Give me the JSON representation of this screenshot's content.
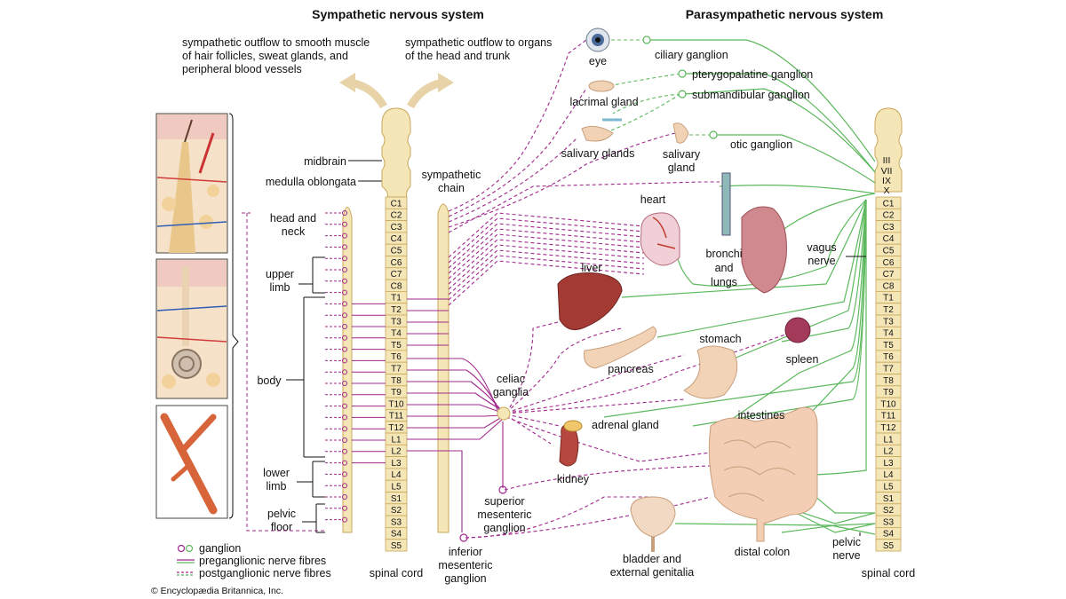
{
  "titles": {
    "sympathetic": "Sympathetic nervous system",
    "parasympathetic": "Parasympathetic nervous system"
  },
  "notes": {
    "outflow_smooth": [
      "sympathetic outflow to smooth muscle",
      "of hair follicles, sweat glands, and",
      "peripheral blood vessels"
    ],
    "outflow_organs": [
      "sympathetic outflow to organs",
      "of the head and trunk"
    ]
  },
  "labels": {
    "midbrain": "midbrain",
    "medulla": "medulla oblongata",
    "sympathetic_chain": [
      "sympathetic",
      "chain"
    ],
    "head_neck": [
      "head and",
      "neck"
    ],
    "upper_limb": [
      "upper",
      "limb"
    ],
    "body": "body",
    "lower_limb": [
      "lower",
      "limb"
    ],
    "pelvic_floor": [
      "pelvic",
      "floor"
    ],
    "spinal_cord_left": "spinal cord",
    "spinal_cord_right": "spinal cord",
    "celiac": [
      "celiac",
      "ganglia"
    ],
    "superior_mesenteric": [
      "superior",
      "mesenteric",
      "ganglion"
    ],
    "inferior_mesenteric": [
      "inferior",
      "mesenteric",
      "ganglion"
    ],
    "vagus": [
      "vagus",
      "nerve"
    ],
    "pelvic_nerve": [
      "pelvic",
      "nerve"
    ]
  },
  "organs": {
    "eye": "eye",
    "ciliary_ganglion": "ciliary ganglion",
    "pterygopalatine_ganglion": "pterygopalatine ganglion",
    "submandibular_ganglion": "submandibular ganglion",
    "lacrimal_gland": "lacrimal gland",
    "salivary_glands": "salivary glands",
    "salivary_gland": [
      "salivary",
      "gland"
    ],
    "otic_ganglion": "otic ganglion",
    "heart": "heart",
    "bronchi": [
      "bronchi",
      "and",
      "lungs"
    ],
    "liver": "liver",
    "stomach": "stomach",
    "spleen": "spleen",
    "pancreas": "pancreas",
    "intestines": "intestines",
    "adrenal_gland": "adrenal gland",
    "kidney": "kidney",
    "bladder": [
      "bladder and",
      "external genitalia"
    ],
    "distal_colon": "distal colon"
  },
  "cranial_nerves": [
    "III",
    "VII",
    "IX",
    "X"
  ],
  "segments": [
    "C1",
    "C2",
    "C3",
    "C4",
    "C5",
    "C6",
    "C7",
    "C8",
    "T1",
    "T2",
    "T3",
    "T4",
    "T5",
    "T6",
    "T7",
    "T8",
    "T9",
    "T10",
    "T11",
    "T12",
    "L1",
    "L2",
    "L3",
    "L4",
    "L5",
    "S1",
    "S2",
    "S3",
    "S4",
    "S5"
  ],
  "legend": {
    "ganglion": "ganglion",
    "preganglionic": "preganglionic nerve fibres",
    "postganglionic": "postganglionic nerve fibres"
  },
  "copyright": "© Encyclopædia Britannica, Inc.",
  "colors": {
    "sympathetic": "#a0288c",
    "parasympathetic": "#5cb85c",
    "cord": "#f5e6b8",
    "cord_stroke": "#c9a75a",
    "organ_red": "#b5473f",
    "skin": "#f2d3c6"
  }
}
